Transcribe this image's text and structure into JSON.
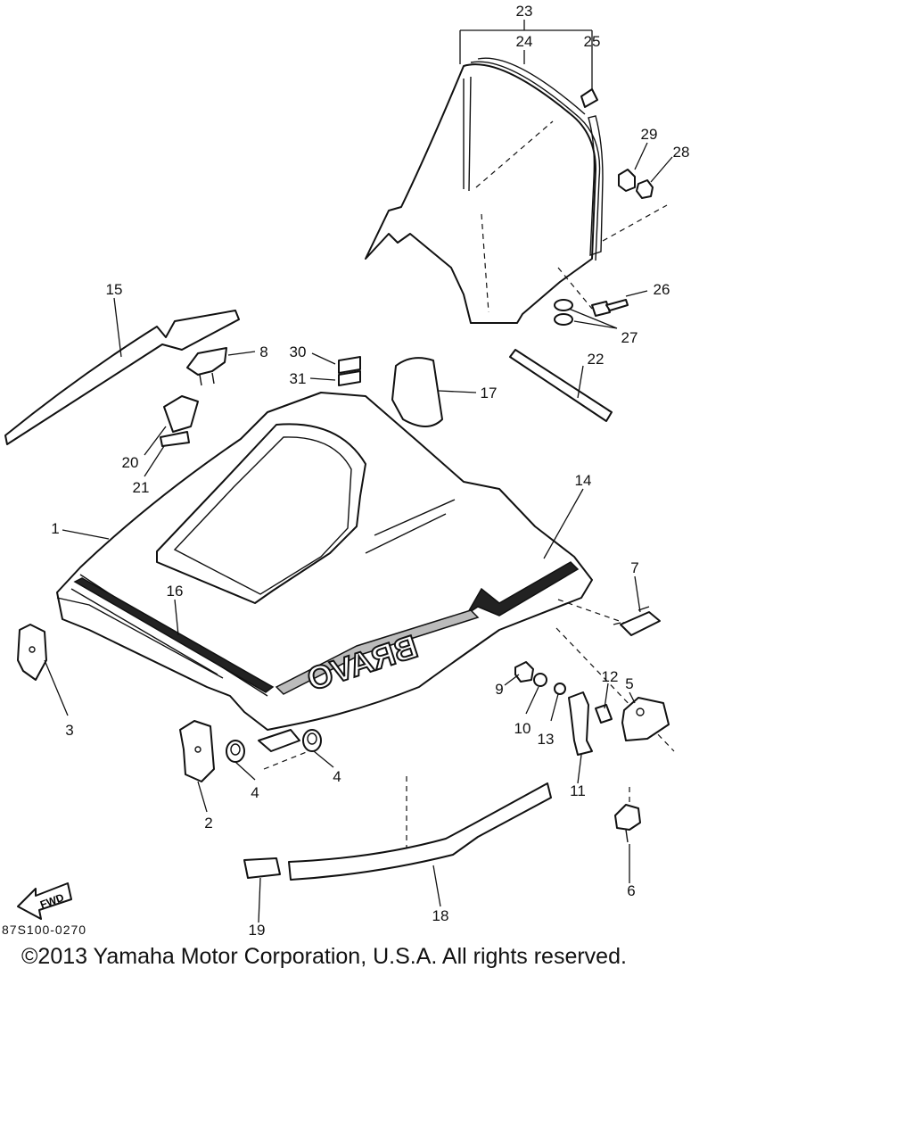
{
  "diagram": {
    "code": "87S100-0270",
    "fwd_badge": "FWD",
    "hood_logo": "BRAVO",
    "callouts": [
      "23",
      "24",
      "25",
      "29",
      "28",
      "15",
      "8",
      "30",
      "31",
      "17",
      "22",
      "26",
      "27",
      "20",
      "21",
      "1",
      "14",
      "16",
      "7",
      "3",
      "12",
      "5",
      "9",
      "10",
      "13",
      "2",
      "4",
      "4",
      "11",
      "6",
      "19",
      "18"
    ]
  },
  "footer": {
    "copyright": "©2013 Yamaha Motor Corporation, U.S.A. All rights reserved."
  }
}
